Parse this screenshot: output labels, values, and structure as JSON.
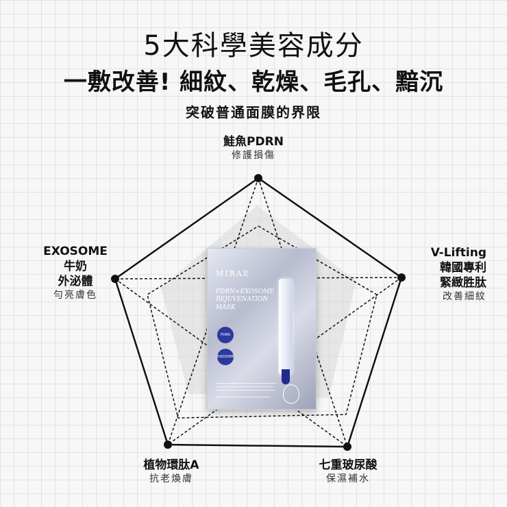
{
  "header": {
    "title": "5大科學美容成分",
    "subtitle": "一敷改善! 細紋、乾燥、毛孔、黯沉",
    "tagline": "突破普通面膜的界限"
  },
  "axes": {
    "top": {
      "heading": "鮭魚PDRN",
      "desc": "修護損傷"
    },
    "right": {
      "heading_line1": "V-Lifting",
      "heading_line2": "韓國專利",
      "heading_line3": "緊緻胜肽",
      "desc": "改善細紋"
    },
    "left": {
      "heading_line1": "EXOSOME",
      "heading_line2": "牛奶",
      "heading_line3": "外泌體",
      "desc": "勻亮膚色"
    },
    "bottom_left": {
      "heading": "植物環肽A",
      "desc": "抗老煥膚"
    },
    "bottom_right": {
      "heading": "七重玻尿酸",
      "desc": "保濕補水"
    }
  },
  "product": {
    "brand": "MIRAE",
    "name": "PDRN×EXOSOME REJUVENATION MASK",
    "badge1": "PDRN",
    "badge2": "EXOSOME"
  },
  "colors": {
    "background": "#f7f7f7",
    "grid": "#e2e2e2",
    "line": "#111111",
    "badge": "#2c3a9e"
  }
}
